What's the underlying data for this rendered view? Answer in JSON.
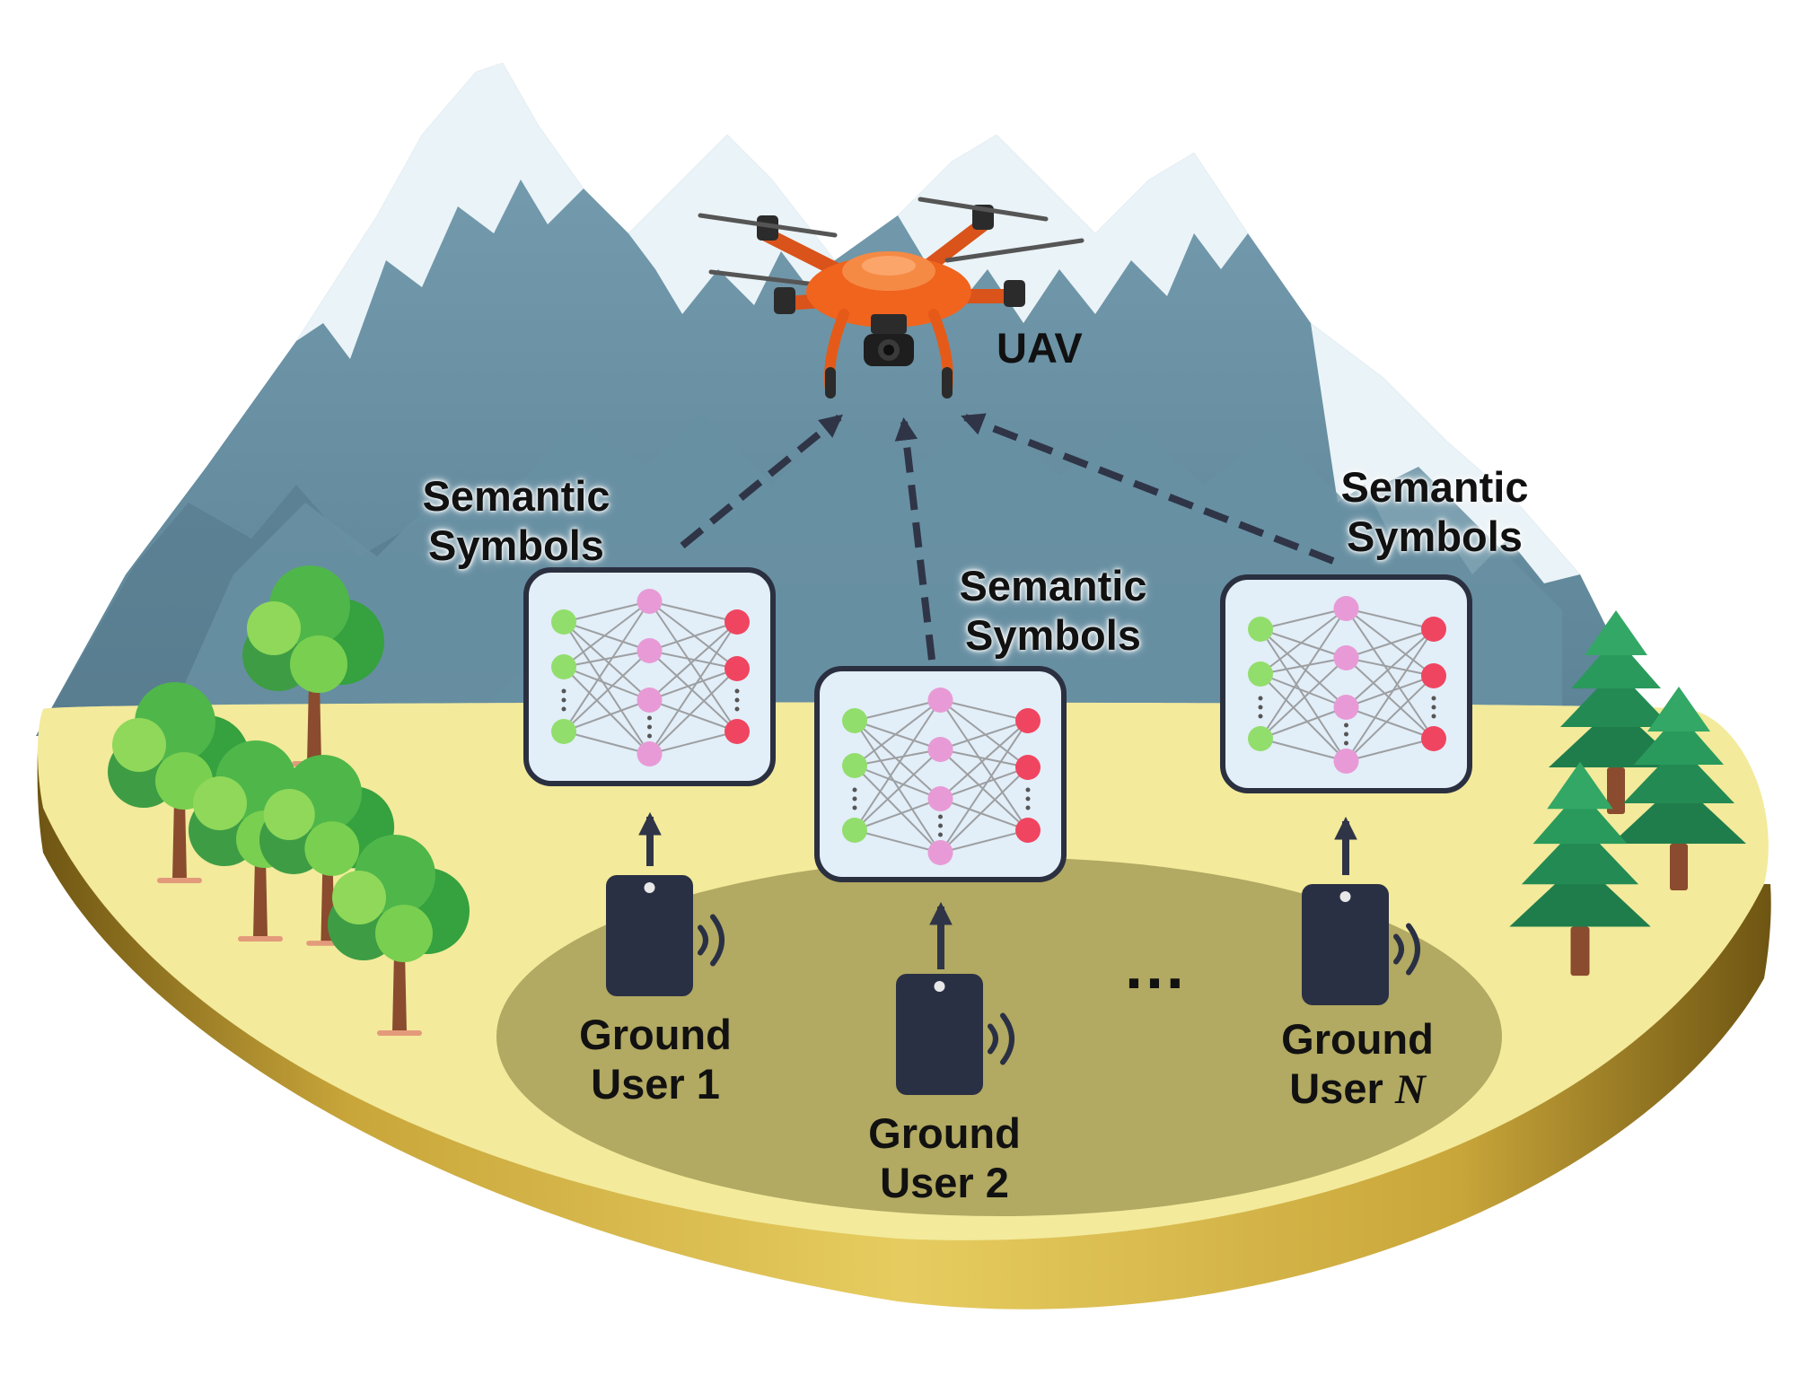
{
  "uav_label": "UAV",
  "semantic_labels": [
    {
      "line1": "Semantic",
      "line2": "Symbols"
    },
    {
      "line1": "Semantic",
      "line2": "Symbols"
    },
    {
      "line1": "Semantic",
      "line2": "Symbols"
    }
  ],
  "users": [
    {
      "line1": "Ground",
      "line2_text": "User",
      "index": "1",
      "index_italic": false
    },
    {
      "line1": "Ground",
      "line2_text": "User",
      "index": "2",
      "index_italic": false
    },
    {
      "line1": "Ground",
      "line2_text": "User",
      "index": "N",
      "index_italic": true
    }
  ],
  "ellipsis": "…",
  "colors": {
    "sky": "#ffffff",
    "mountain": "#6b93a6",
    "mountain_shadow": "#56798b",
    "snow": "#eaf3f7",
    "ground_top": "#f3ea9b",
    "ground_side_light": "#e7cf5c",
    "ground_side_dark": "#7a6116",
    "coverage": "#aca35d",
    "device": "#2a3044",
    "arrow": "#2f3547",
    "drone_body": "#f0641e",
    "nn_box_fill": "#e2eef8",
    "nn_box_stroke": "#2b3040",
    "node_input": "#92de6c",
    "node_hidden": "#e89ad6",
    "node_output": "#f04560",
    "tree_green": "#45b04a",
    "pine_green": "#1f7d4c"
  },
  "icons": {
    "uav": "drone-icon",
    "devices": "smartphone-icon",
    "signal": "wireless-signal-icon",
    "network": "neural-network-icon",
    "trees": "tree-icon",
    "pines": "pine-tree-icon"
  }
}
